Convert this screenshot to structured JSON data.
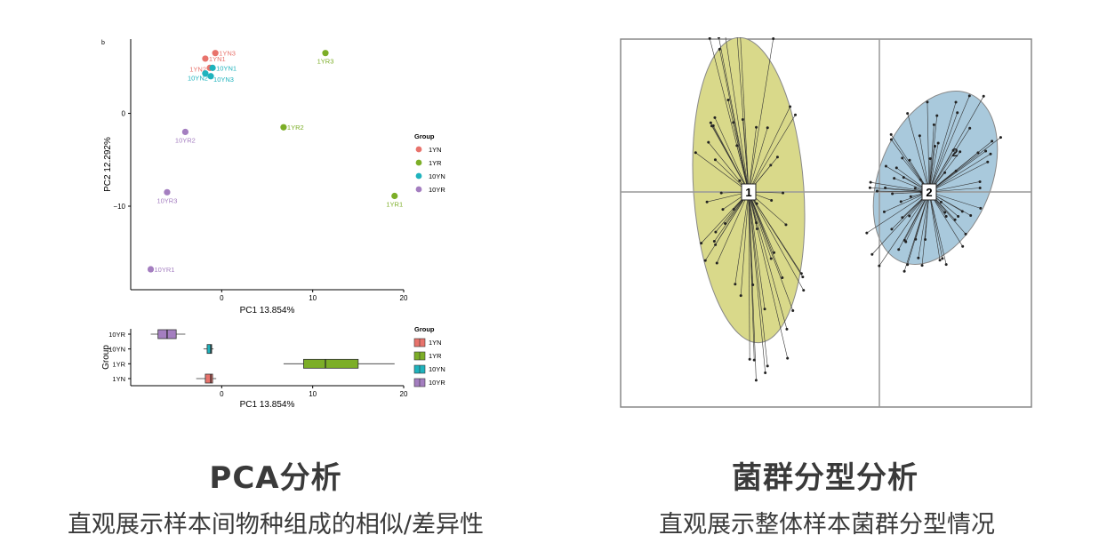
{
  "left_caption": {
    "title": "PCA分析",
    "subtitle": "直观展示样本间物种组成的相似/差异性"
  },
  "right_caption": {
    "title": "菌群分型分析",
    "subtitle": "直观展示整体样本菌群分型情况"
  },
  "chart_data": [
    {
      "type": "scatter",
      "panel_label": "b",
      "xlabel": "PC1 13.854%",
      "ylabel": "PC2 12.292%",
      "xlim": [
        -10,
        20
      ],
      "ylim": [
        -19,
        8
      ],
      "xticks": [
        0,
        10,
        20
      ],
      "yticks": [
        0,
        -10
      ],
      "grid": false,
      "legend": {
        "title": "Group",
        "placement": "right",
        "entries": [
          {
            "name": "1YN",
            "color": "#E8736C"
          },
          {
            "name": "1YR",
            "color": "#7CAE27"
          },
          {
            "name": "10YN",
            "color": "#1FB3BD"
          },
          {
            "name": "10YR",
            "color": "#A47EC0"
          }
        ]
      },
      "points": [
        {
          "label": "1YN3",
          "group": "1YN",
          "x": -0.7,
          "y": 6.5
        },
        {
          "label": "1YN1",
          "group": "1YN",
          "x": -1.8,
          "y": 5.9
        },
        {
          "label": "1YN2",
          "group": "1YN",
          "x": -1.3,
          "y": 4.9
        },
        {
          "label": "10YN1",
          "group": "10YN",
          "x": -1.0,
          "y": 4.9
        },
        {
          "label": "10YN2",
          "group": "10YN",
          "x": -1.8,
          "y": 4.3
        },
        {
          "label": "10YN3",
          "group": "10YN",
          "x": -1.2,
          "y": 4.0
        },
        {
          "label": "1YR3",
          "group": "1YR",
          "x": 11.4,
          "y": 6.5
        },
        {
          "label": "1YR2",
          "group": "1YR",
          "x": 6.8,
          "y": -1.5
        },
        {
          "label": "1YR1",
          "group": "1YR",
          "x": 19.0,
          "y": -8.9
        },
        {
          "label": "10YR2",
          "group": "10YR",
          "x": -4.0,
          "y": -2.0
        },
        {
          "label": "10YR3",
          "group": "10YR",
          "x": -6.0,
          "y": -8.5
        },
        {
          "label": "10YR1",
          "group": "10YR",
          "x": -7.8,
          "y": -16.8
        }
      ]
    },
    {
      "type": "box",
      "xlabel": "PC1 13.854%",
      "ylabel": "Group",
      "xlim": [
        -10,
        20
      ],
      "xticks": [
        0,
        10,
        20
      ],
      "categories": [
        "1YN",
        "1YR",
        "10YN",
        "10YR"
      ],
      "legend": {
        "title": "Group",
        "placement": "right",
        "entries": [
          {
            "name": "1YN",
            "color": "#E8736C"
          },
          {
            "name": "1YR",
            "color": "#7CAE27"
          },
          {
            "name": "10YN",
            "color": "#1FB3BD"
          },
          {
            "name": "10YR",
            "color": "#A47EC0"
          }
        ]
      },
      "boxes": [
        {
          "group": "1YN",
          "min": -2.8,
          "q1": -1.8,
          "median": -1.2,
          "q3": -1.0,
          "max": -0.6,
          "color": "#E8736C"
        },
        {
          "group": "1YR",
          "min": 6.8,
          "q1": 9.0,
          "median": 11.4,
          "q3": 15.0,
          "max": 19.0,
          "color": "#7CAE27"
        },
        {
          "group": "10YN",
          "min": -2.0,
          "q1": -1.6,
          "median": -1.2,
          "q3": -1.1,
          "max": -0.9,
          "color": "#1FB3BD"
        },
        {
          "group": "10YR",
          "min": -7.8,
          "q1": -7.0,
          "median": -6.0,
          "q3": -5.0,
          "max": -4.0,
          "color": "#A47EC0"
        }
      ]
    },
    {
      "type": "scatter",
      "subtype": "cluster-ordination",
      "clusters": [
        {
          "label": "1",
          "color": "#D9D98A",
          "centroid": [
            0.0,
            0.0
          ]
        },
        {
          "label": "2",
          "color": "#A9C9DC",
          "centroid": [
            1.0,
            0.0
          ]
        }
      ],
      "annotation": "2"
    }
  ]
}
